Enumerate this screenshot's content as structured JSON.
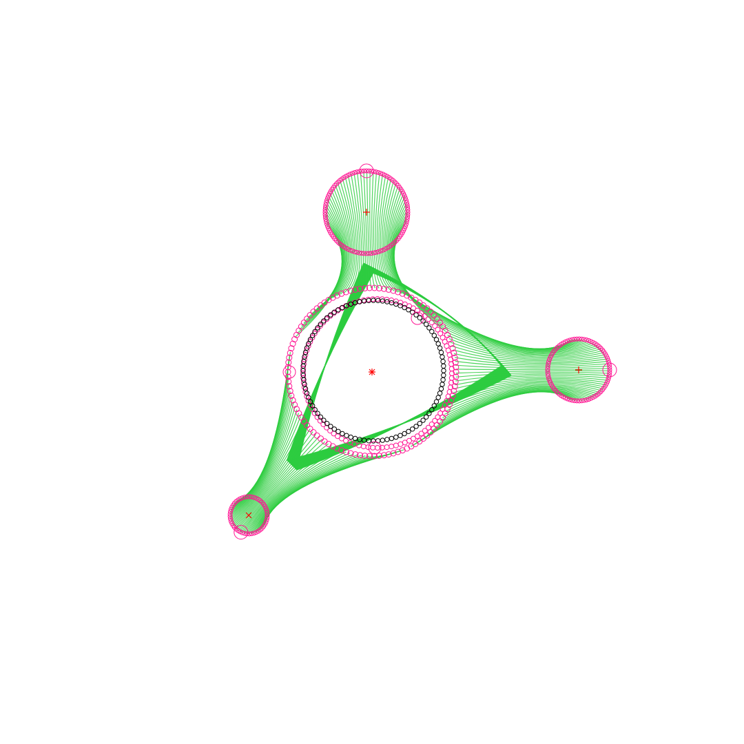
{
  "colors": {
    "background": "#ffffff",
    "links": "#2ecc40",
    "node_ring": "#ff1493",
    "marker": "#ff0000",
    "center_ring": "#000000"
  },
  "diagram": {
    "description_type": "hub-and-spoke circular node link diagram",
    "hub": {
      "marker": "asterisk",
      "inner_rings": 2
    },
    "satellites": [
      {
        "id": "top",
        "marker": "plus",
        "link_count": 48
      },
      {
        "id": "right",
        "marker": "plus",
        "link_count": 48
      },
      {
        "id": "bottom-left",
        "marker": "cross",
        "link_count": 48
      }
    ]
  }
}
